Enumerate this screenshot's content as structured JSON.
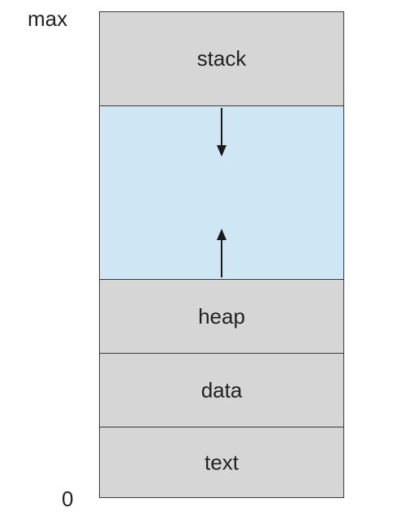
{
  "labels": {
    "top": "max",
    "bottom": "0"
  },
  "segments": {
    "stack": "stack",
    "heap": "heap",
    "data": "data",
    "text": "text"
  },
  "colors": {
    "segment_fill": "#d6d6d6",
    "free_space_fill": "#cfe7f4",
    "border": "#3a3a3a"
  }
}
